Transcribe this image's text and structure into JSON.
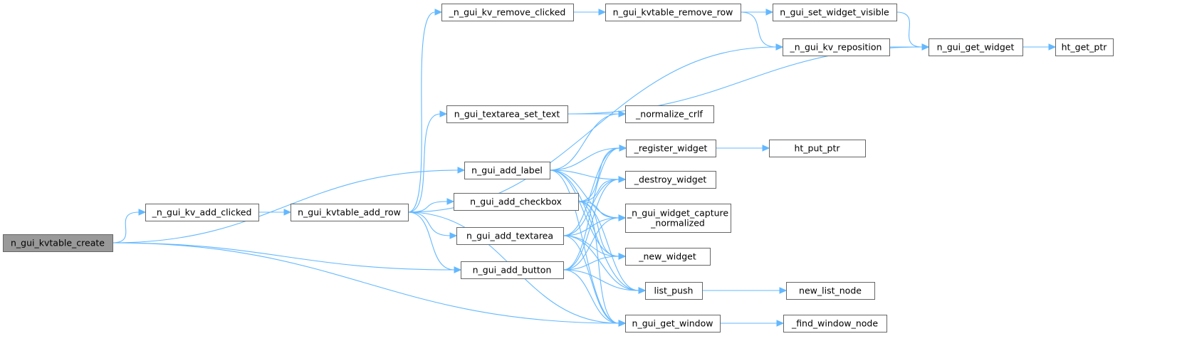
{
  "diagram": {
    "type": "call-graph",
    "colors": {
      "edge": "#63b8ff",
      "node_border": "#666666",
      "root_fill": "#999999",
      "node_fill": "#ffffff"
    },
    "nodes": [
      {
        "id": "root",
        "label": "n_gui_kvtable_create",
        "root": true
      },
      {
        "id": "kv_add_clicked",
        "label": "_n_gui_kv_add_clicked"
      },
      {
        "id": "add_row",
        "label": "n_gui_kvtable_add_row"
      },
      {
        "id": "kv_remove_clicked",
        "label": "_n_gui_kv_remove_clicked"
      },
      {
        "id": "remove_row",
        "label": "n_gui_kvtable_remove_row"
      },
      {
        "id": "set_visible",
        "label": "n_gui_set_widget_visible"
      },
      {
        "id": "kv_reposition",
        "label": "_n_gui_kv_reposition"
      },
      {
        "id": "get_widget",
        "label": "n_gui_get_widget"
      },
      {
        "id": "ht_get_ptr",
        "label": "ht_get_ptr"
      },
      {
        "id": "textarea_set_text",
        "label": "n_gui_textarea_set_text"
      },
      {
        "id": "normalize_crlf",
        "label": "_normalize_crlf"
      },
      {
        "id": "add_label",
        "label": "n_gui_add_label"
      },
      {
        "id": "register_widget",
        "label": "_register_widget"
      },
      {
        "id": "ht_put_ptr",
        "label": "ht_put_ptr"
      },
      {
        "id": "destroy_widget",
        "label": "_destroy_widget"
      },
      {
        "id": "add_checkbox",
        "label": "n_gui_add_checkbox"
      },
      {
        "id": "capture_normalized",
        "label": "_n_gui_widget_capture\n_normalized"
      },
      {
        "id": "add_textarea",
        "label": "n_gui_add_textarea"
      },
      {
        "id": "new_widget",
        "label": "_new_widget"
      },
      {
        "id": "add_button",
        "label": "n_gui_add_button"
      },
      {
        "id": "list_push",
        "label": "list_push"
      },
      {
        "id": "new_list_node",
        "label": "new_list_node"
      },
      {
        "id": "get_window",
        "label": "n_gui_get_window"
      },
      {
        "id": "find_window_node",
        "label": "_find_window_node"
      }
    ],
    "edges": [
      [
        "root",
        "kv_add_clicked"
      ],
      [
        "root",
        "add_label"
      ],
      [
        "root",
        "add_button"
      ],
      [
        "root",
        "get_window"
      ],
      [
        "kv_add_clicked",
        "add_row"
      ],
      [
        "add_row",
        "kv_remove_clicked"
      ],
      [
        "add_row",
        "kv_reposition"
      ],
      [
        "add_row",
        "textarea_set_text"
      ],
      [
        "add_row",
        "add_checkbox"
      ],
      [
        "add_row",
        "add_textarea"
      ],
      [
        "add_row",
        "add_button"
      ],
      [
        "add_row",
        "get_window"
      ],
      [
        "kv_remove_clicked",
        "remove_row"
      ],
      [
        "remove_row",
        "set_visible"
      ],
      [
        "remove_row",
        "kv_reposition"
      ],
      [
        "set_visible",
        "get_widget"
      ],
      [
        "kv_reposition",
        "get_widget"
      ],
      [
        "get_widget",
        "ht_get_ptr"
      ],
      [
        "textarea_set_text",
        "get_widget"
      ],
      [
        "textarea_set_text",
        "normalize_crlf"
      ],
      [
        "add_label",
        "normalize_crlf"
      ],
      [
        "add_label",
        "register_widget"
      ],
      [
        "add_label",
        "destroy_widget"
      ],
      [
        "add_label",
        "capture_normalized"
      ],
      [
        "add_label",
        "new_widget"
      ],
      [
        "add_label",
        "list_push"
      ],
      [
        "add_label",
        "get_window"
      ],
      [
        "register_widget",
        "ht_put_ptr"
      ],
      [
        "add_checkbox",
        "register_widget"
      ],
      [
        "add_checkbox",
        "destroy_widget"
      ],
      [
        "add_checkbox",
        "capture_normalized"
      ],
      [
        "add_checkbox",
        "new_widget"
      ],
      [
        "add_checkbox",
        "list_push"
      ],
      [
        "add_checkbox",
        "get_window"
      ],
      [
        "add_textarea",
        "register_widget"
      ],
      [
        "add_textarea",
        "destroy_widget"
      ],
      [
        "add_textarea",
        "capture_normalized"
      ],
      [
        "add_textarea",
        "new_widget"
      ],
      [
        "add_textarea",
        "list_push"
      ],
      [
        "add_textarea",
        "get_window"
      ],
      [
        "add_button",
        "register_widget"
      ],
      [
        "add_button",
        "destroy_widget"
      ],
      [
        "add_button",
        "capture_normalized"
      ],
      [
        "add_button",
        "new_widget"
      ],
      [
        "add_button",
        "list_push"
      ],
      [
        "add_button",
        "get_window"
      ],
      [
        "list_push",
        "new_list_node"
      ],
      [
        "get_window",
        "find_window_node"
      ]
    ]
  }
}
